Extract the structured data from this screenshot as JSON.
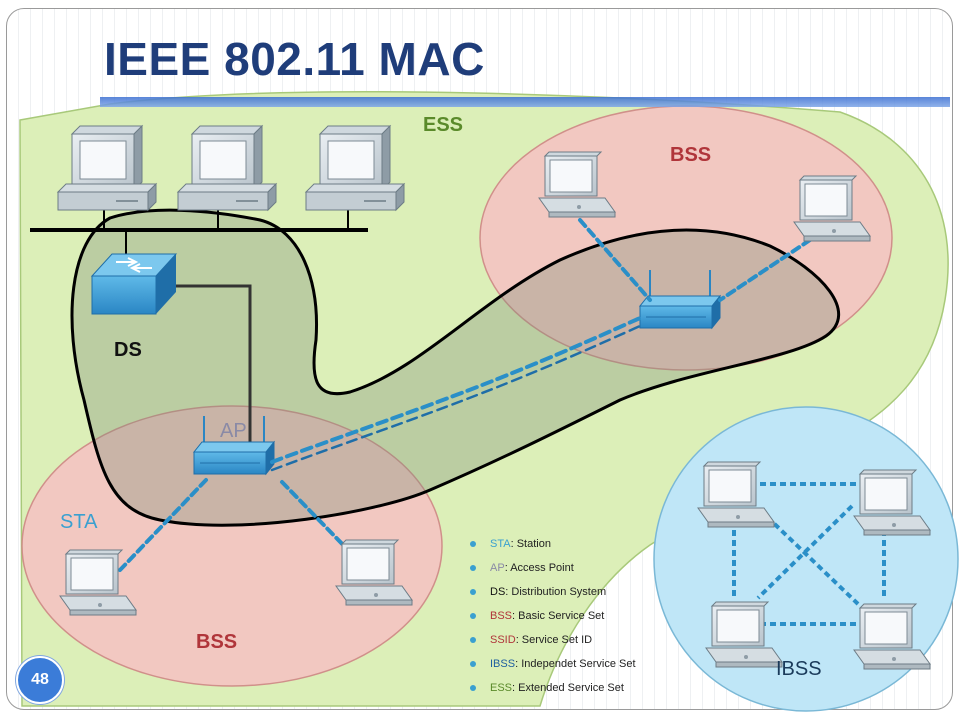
{
  "title": "IEEE 802.11 MAC",
  "labels": {
    "ess": "ESS",
    "bss_top": "BSS",
    "bss_bottom": "BSS",
    "ds": "DS",
    "ap": "AP",
    "sta": "STA",
    "ibss": "IBSS"
  },
  "legend": [
    {
      "abbr": "STA",
      "text": ": Station",
      "color": "#3aa0d0"
    },
    {
      "abbr": "AP",
      "text": ": Access Point",
      "color": "#8a8aa6"
    },
    {
      "abbr": "DS",
      "text": ": Distribution System",
      "color": "#111111"
    },
    {
      "abbr": "BSS",
      "text": ": Basic Service Set",
      "color": "#b0353a"
    },
    {
      "abbr": "SSID",
      "text": ": Service Set ID",
      "color": "#b0353a"
    },
    {
      "abbr": "IBSS",
      "text": ": Independet Service Set",
      "color": "#1f5fa0"
    },
    {
      "abbr": "ESS",
      "text": ": Extended Service Set",
      "color": "#5a8a2a"
    }
  ],
  "page_number": "48",
  "colors": {
    "ess_fill": "#dcefb8",
    "bss_fill": "#f4c6c2",
    "ibss_fill": "#bfe6f7",
    "title": "#1f3d7a",
    "wireless": "#2a8fc8"
  },
  "icons": {
    "desktop": "desktop-computer-icon",
    "laptop": "laptop-icon",
    "switch": "network-switch-icon",
    "access_point": "wireless-access-point-icon"
  }
}
